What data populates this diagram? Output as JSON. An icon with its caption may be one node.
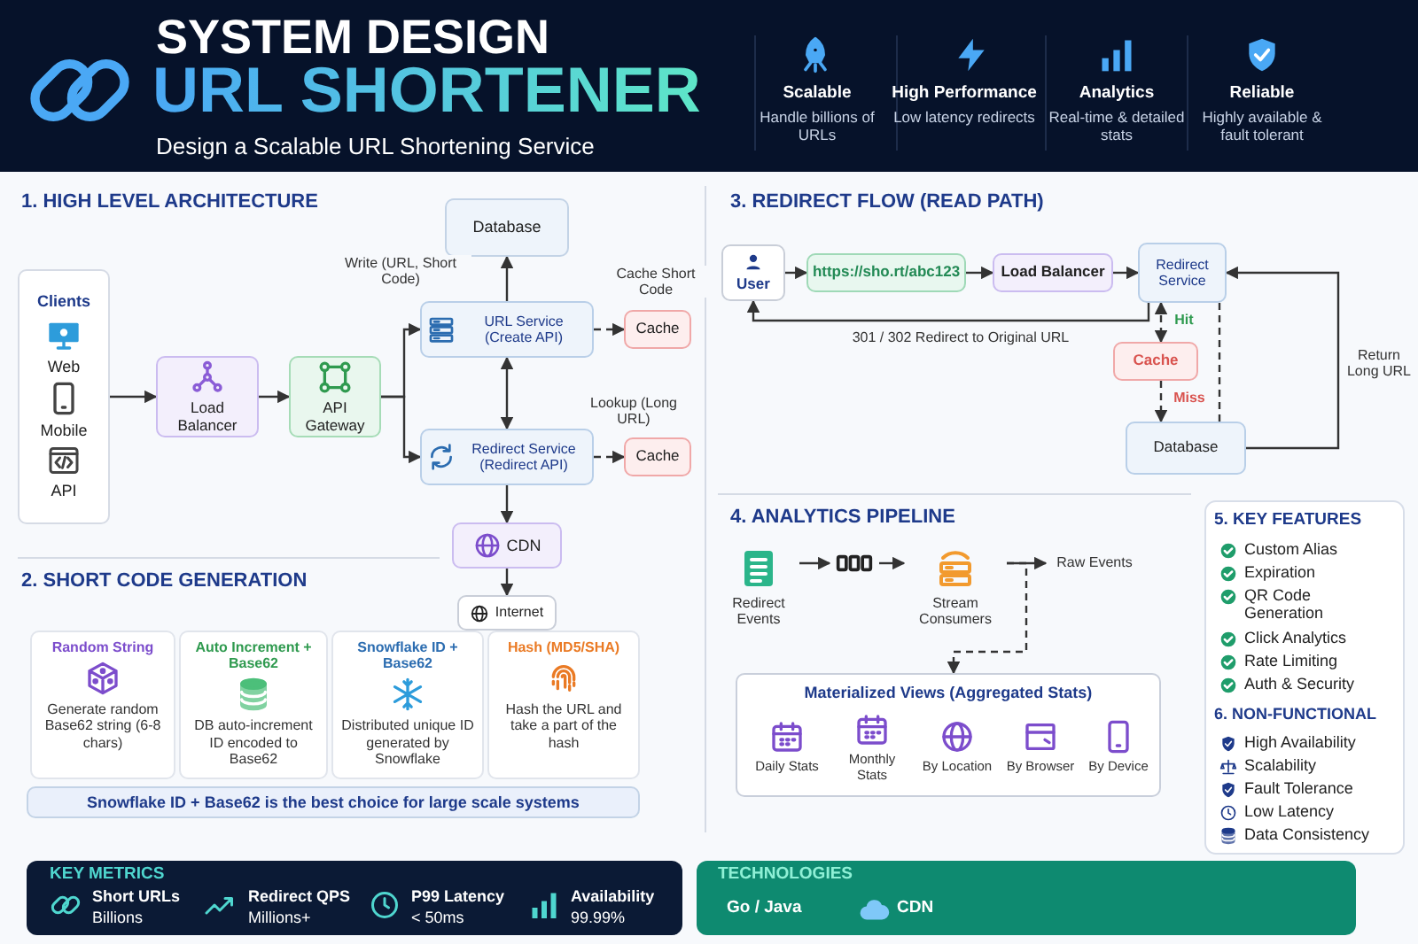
{
  "diagram": {
    "title": "URL SHORTENER",
    "nodes": [
      {
        "text": [
          "Clients",
          "Web",
          "Mobile",
          "API"
        ]
      },
      {
        "text": [
          "Load Balancer"
        ]
      },
      {
        "text": [
          "API Gateway"
        ]
      },
      {
        "text": [
          "Database"
        ]
      },
      {
        "text": [
          "URL Service (Create API)"
        ]
      },
      {
        "text": [
          "Cache"
        ]
      },
      {
        "text": [
          "Redirect Service (Redirect API)"
        ]
      },
      {
        "text": [
          "Cache"
        ]
      },
      {
        "text": [
          "CDN"
        ]
      },
      {
        "text": [
          "Internet"
        ]
      },
      {
        "text": [
          "Random String",
          "Generate random Base62 string (6-8 chars)"
        ]
      },
      {
        "text": [
          "Auto Increment + Base62",
          "DB auto-increment ID encoded to Base62"
        ]
      },
      {
        "text": [
          "Snowflake ID + Base62",
          "Distributed unique ID generated by Snowflake"
        ]
      },
      {
        "text": [
          "Hash (MD5/SHA)",
          "Hash the URL and take a part of the hash"
        ]
      },
      {
        "text": [
          "Snowflake ID + Base62 is the best choice for large scale systems"
        ]
      },
      {
        "text": [
          "User"
        ]
      },
      {
        "text": [
          "https://sho.rt/abc123"
        ]
      },
      {
        "text": [
          "Load Balancer"
        ]
      },
      {
        "text": [
          "Redirect Service"
        ]
      },
      {
        "text": [
          "Cache"
        ]
      },
      {
        "text": [
          "Database"
        ]
      },
      {
        "text": [
          "Redirect Events"
        ]
      },
      {
        "text": [],
        "shape": "picture"
      },
      {
        "text": [
          "Stream Consumers"
        ]
      },
      {
        "text": [
          "Raw Events"
        ]
      },
      {
        "text": [
          "Materialized Views (Aggregated Stats)"
        ]
      },
      {
        "text": [
          "Daily Stats"
        ],
        "in": 25
      },
      {
        "text": [
          "Monthly Stats"
        ],
        "in": 25
      },
      {
        "text": [
          "By Location"
        ],
        "in": 25
      },
      {
        "text": [
          "By Browser"
        ],
        "in": 25
      },
      {
        "text": [
          "By Device"
        ],
        "in": 25
      }
    ],
    "edges": [
      {
        "from": 0,
        "to": 1,
        "arrow": "to"
      },
      {
        "from": 1,
        "to": 2,
        "arrow": "to"
      },
      {
        "from": 2,
        "to": 4,
        "arrow": "to",
        "label": "Write (URL, Short Code)"
      },
      {
        "from": 2,
        "to": 6,
        "arrow": "to"
      },
      {
        "from": 4,
        "to": 3,
        "arrow": "to"
      },
      {
        "from": 4,
        "to": 5,
        "arrow": "to",
        "style": "dashed",
        "label": "Cache Short Code"
      },
      {
        "from": 4,
        "to": 6,
        "arrow": "both"
      },
      {
        "from": 6,
        "to": 7,
        "arrow": "to",
        "style": "dashed",
        "label": "Lookup (Long URL)"
      },
      {
        "from": 6,
        "to": 8,
        "arrow": "to"
      },
      {
        "from": 8,
        "to": 9,
        "arrow": "to"
      },
      {
        "from": 15,
        "to": 16,
        "arrow": "to"
      },
      {
        "from": 16,
        "to": 17,
        "arrow": "to"
      },
      {
        "from": 17,
        "to": 18,
        "arrow": "to"
      },
      {
        "from": 18,
        "to": 19,
        "arrow": "both",
        "style": "dashed",
        "label": "Hit"
      },
      {
        "from": 19,
        "to": 20,
        "arrow": "to",
        "style": "dashed",
        "label": "Miss"
      },
      {
        "from": 18,
        "to": 20,
        "arrow": "none",
        "style": "dashed"
      },
      {
        "from": 20,
        "to": 18,
        "arrow": "to",
        "label": "Return Long URL"
      },
      {
        "from": 18,
        "to": 15,
        "arrow": "to",
        "label": "301 / 302 Redirect to Original URL"
      },
      {
        "from": 21,
        "to": 22,
        "arrow": "to"
      },
      {
        "from": 22,
        "to": 23,
        "arrow": "to"
      },
      {
        "from": 23,
        "to": 24,
        "arrow": "to"
      },
      {
        "from": 23,
        "to": 25,
        "arrow": "to",
        "style": "dashed"
      }
    ],
    "labels": [
      "SYSTEM DESIGN",
      "Design a Scalable URL Shortening Service",
      "Scalable",
      "Handle billions of URLs",
      "High Performance",
      "Low latency redirects",
      "Analytics",
      "Real-time & detailed stats",
      "Reliable",
      "Highly available & fault tolerant",
      "1. HIGH LEVEL ARCHITECTURE",
      "3. REDIRECT FLOW (READ PATH)",
      "2. SHORT CODE GENERATION",
      "4. ANALYTICS PIPELINE",
      "5. KEY FEATURES",
      "Custom Alias",
      "Expiration",
      "QR Code Generation",
      "Click Analytics",
      "Rate Limiting",
      "Auth & Security",
      "6. NON-FUNCTIONAL",
      "High Availability",
      "Scalability",
      "Fault Tolerance",
      "Low Latency",
      "Data Consistency",
      "KEY METRICS",
      "Short URLs",
      "Billions",
      "Redirect QPS",
      "Millions+",
      "P99 Latency",
      "< 50ms",
      "Availability",
      "99.99%",
      "TECHNOLOGIES",
      "Go / Java",
      "CDN"
    ]
  }
}
